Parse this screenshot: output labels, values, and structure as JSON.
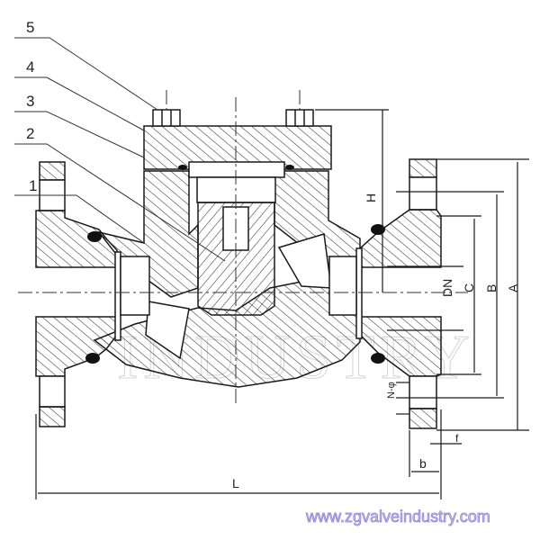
{
  "drawing": {
    "part_callouts": [
      "5",
      "4",
      "3",
      "2",
      "1"
    ],
    "dimensions": {
      "H": "H",
      "DN": "DN",
      "C": "C",
      "B": "B",
      "A": "A",
      "N_holes": "N-φ",
      "f": "f",
      "b": "b",
      "L": "L"
    },
    "watermark": "www.zgvalveindustry.com",
    "background_watermark": "INDUSTRY"
  },
  "colors": {
    "line": "#1a1a1a",
    "watermark_fill": "#c9c6f3",
    "watermark_stroke": "#8d86d8"
  }
}
